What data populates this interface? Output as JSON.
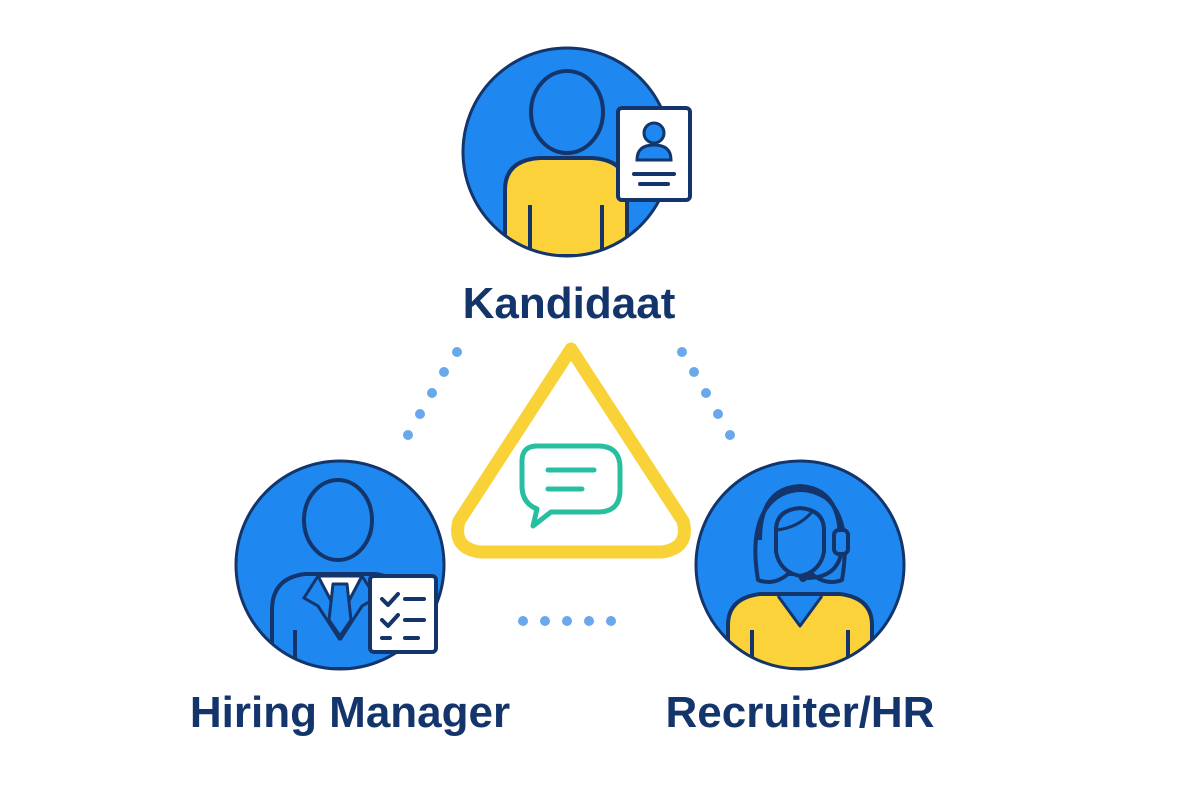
{
  "roles": {
    "candidate": {
      "label": "Kandidaat",
      "icon": "candidate-with-id-card-icon"
    },
    "hiring_manager": {
      "label": "Hiring Manager",
      "icon": "manager-with-checklist-icon"
    },
    "recruiter": {
      "label": "Recruiter/HR",
      "icon": "recruiter-with-headset-icon"
    }
  },
  "center": {
    "icon": "chat-bubble-icon"
  },
  "colors": {
    "circle_blue": "#1e88f0",
    "outline_navy": "#14356b",
    "body_yellow": "#fbd23a",
    "triangle_yellow": "#f9d238",
    "chat_teal": "#27bfa0",
    "dots_blue": "#6aa8ec"
  }
}
